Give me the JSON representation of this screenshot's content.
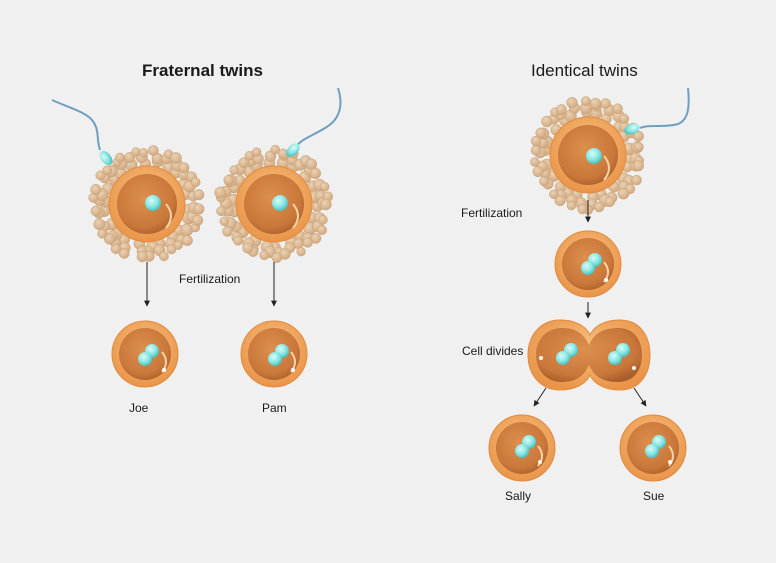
{
  "fraternal": {
    "title": "Fraternal twins",
    "fertilization": "Fertilization",
    "twin1": "Joe",
    "twin2": "Pam"
  },
  "identical": {
    "title": "Identical twins",
    "fertilization": "Fertilization",
    "cell_divides": "Cell divides",
    "twin1": "Sally",
    "twin2": "Sue"
  },
  "colors": {
    "background": "#f0f0f0",
    "corona": "#d9b38c",
    "membrane": "#f1a85c",
    "cytoplasm": "#cf7c3c",
    "nucleus": "#7fe3e0",
    "sperm_tail": "#6f9fbf",
    "arrow": "#222222"
  }
}
